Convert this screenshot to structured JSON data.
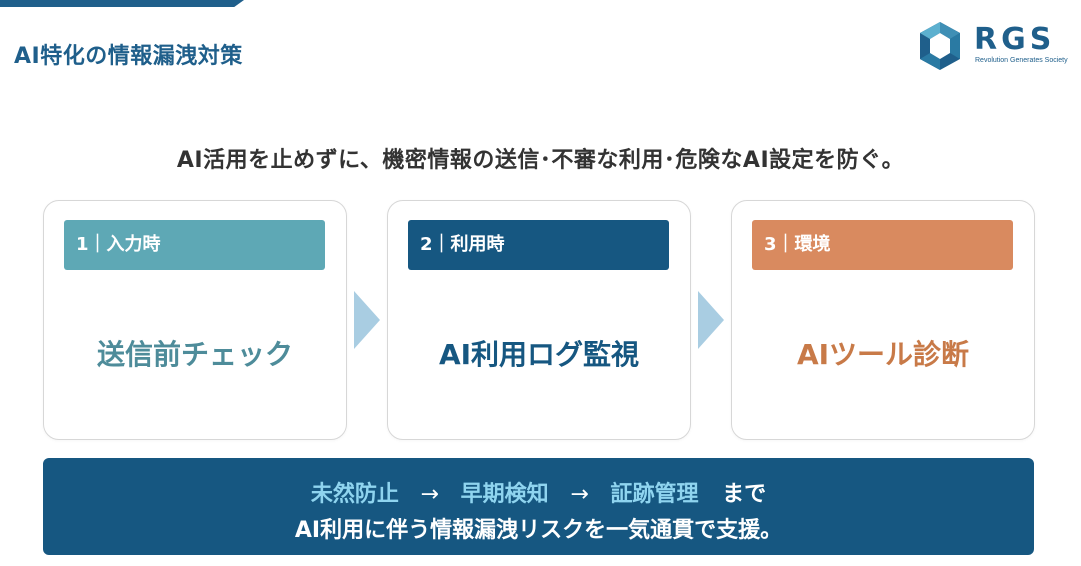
{
  "header": {
    "title": "AI特化の情報漏洩対策"
  },
  "logo": {
    "name": "RGS",
    "tagline": "Revolution Generates Society",
    "icon": "hexagon-logo-icon",
    "color": "#1f5f8b"
  },
  "subtitle": "AI活用を止めずに、機密情報の送信･不審な利用･危険なAI設定を防ぐ。",
  "steps": [
    {
      "header": "1｜入力時",
      "body": "送信前チェック",
      "header_color": "#5ea8b5",
      "body_color": "#4e8c9a"
    },
    {
      "header": "2｜利用時",
      "body": "AI利用ログ監視",
      "header_color": "#165781",
      "body_color": "#165781"
    },
    {
      "header": "3｜環境",
      "body": "AIツール診断",
      "header_color": "#d98a5f",
      "body_color": "#c87a48"
    }
  ],
  "chevron_icon": "chevron-right-icon",
  "chevron_color": "#a9cde2",
  "banner": {
    "phase1": "未然防止",
    "arrow1": "→",
    "phase2": "早期検知",
    "arrow2": "→",
    "phase3": "証跡管理",
    "suffix": "まで",
    "line2": "AI利用に伴う情報漏洩リスクを一気通貫で支援。",
    "background": "#165781",
    "highlight_color": "#8fd4ef"
  }
}
